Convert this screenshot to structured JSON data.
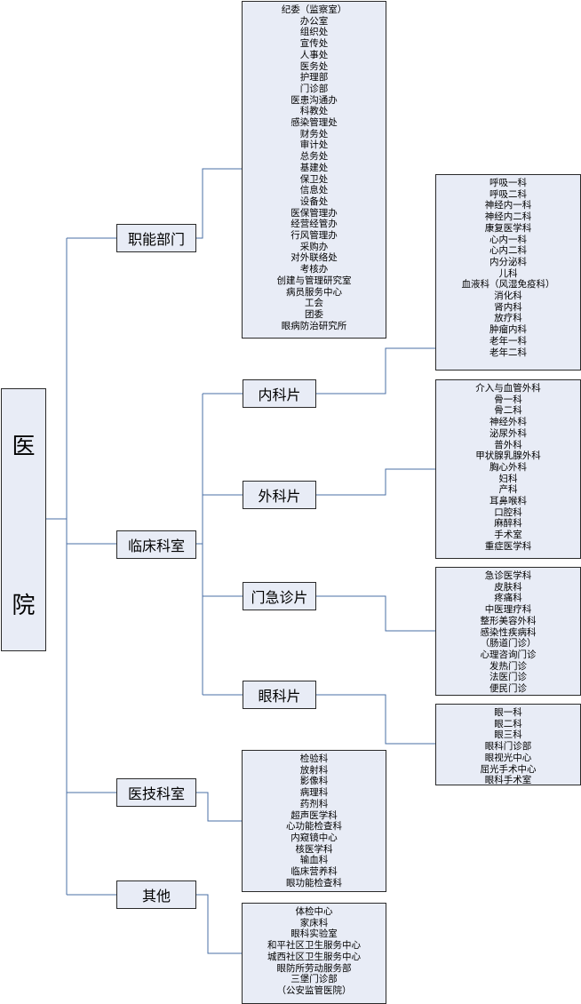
{
  "root": {
    "chars": [
      "医",
      "院"
    ]
  },
  "categories": {
    "zhineng": "职能部门",
    "linchuang": "临床科室",
    "yiji": "医技科室",
    "qita": "其他"
  },
  "clinical_groups": {
    "neike": "内科片",
    "waike": "外科片",
    "jizhen": "门急诊片",
    "yanke": "眼科片"
  },
  "lists": {
    "zhineng": [
      "纪委（监察室）",
      "办公室",
      "组织处",
      "宣传处",
      "人事处",
      "医务处",
      "护理部",
      "门诊部",
      "医患沟通办",
      "科教处",
      "感染管理处",
      "财务处",
      "审计处",
      "总务处",
      "基建处",
      "保卫处",
      "信息处",
      "设备处",
      "医保管理办",
      "经营经管办",
      "行风管理办",
      "采购办",
      "对外联络处",
      "考核办",
      "创建与管理研究室",
      "病员服务中心",
      "工会",
      "团委",
      "眼病防治研究所"
    ],
    "neike": [
      "呼吸一科",
      "呼吸二科",
      "神经内一科",
      "神经内二科",
      "康复医学科",
      "心内一科",
      "心内二科",
      "内分泌科",
      "儿科",
      "血液科（风湿免疫科）",
      "消化科",
      "肾内科",
      "放疗科",
      "肿瘤内科",
      "老年一科",
      "老年二科"
    ],
    "waike": [
      "介入与血管外科",
      "骨一科",
      "骨二科",
      "神经外科",
      "泌尿外科",
      "普外科",
      "甲状腺乳腺外科",
      "胸心外科",
      "妇科",
      "产科",
      "耳鼻喉科",
      "口腔科",
      "麻醉科",
      "手术室",
      "重症医学科"
    ],
    "jizhen": [
      "急诊医学科",
      "皮肤科",
      "疼痛科",
      "中医理疗科",
      "整形美容外科",
      "感染性疾病科",
      "（肠道门诊）",
      "心理咨询门诊",
      "发热门诊",
      "法医门诊",
      "便民门诊"
    ],
    "yanke": [
      "眼一科",
      "眼二科",
      "眼三科",
      "眼科门诊部",
      "眼视光中心",
      "屈光手术中心",
      "眼科手术室"
    ],
    "yiji": [
      "检验科",
      "放射科",
      "影像科",
      "病理科",
      "药剂科",
      "超声医学科",
      "心功能检查科",
      "内窥镜中心",
      "核医学科",
      "输血科",
      "临床营养科",
      "眼功能检查科"
    ],
    "qita": [
      "体检中心",
      "家床科",
      "眼科实验室",
      "和平社区卫生服务中心",
      "城西社区卫生服务中心",
      "眼防所劳动服务部",
      "三堡门诊部",
      "（公安监管医院）"
    ]
  },
  "colors": {
    "box_fill": "#e8ecf6",
    "box_border": "#2a2a2a",
    "connector": "#4a6fa5"
  }
}
